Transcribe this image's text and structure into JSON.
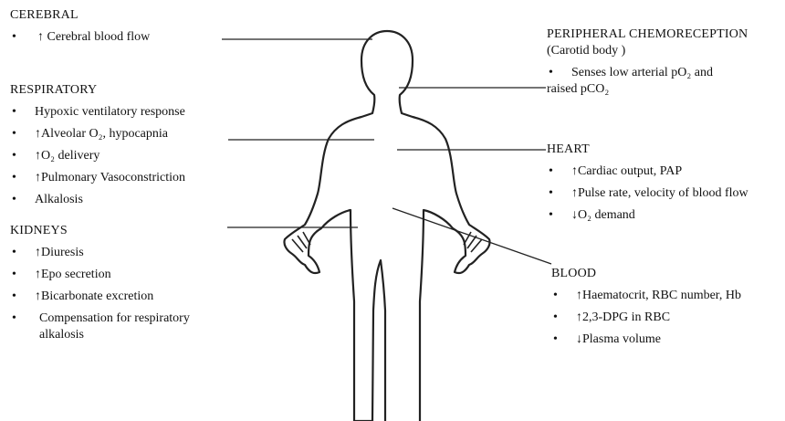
{
  "bullet": "•",
  "cerebral": {
    "title": "CEREBRAL",
    "items": [
      "↑ Cerebral blood flow"
    ]
  },
  "respiratory": {
    "title": "RESPIRATORY",
    "items": [
      "Hypoxic ventilatory response",
      "↑Alveolar O₂, hypocapnia",
      "↑O₂ delivery",
      "↑Pulmonary Vasoconstriction",
      "Alkalosis"
    ]
  },
  "kidneys": {
    "title": "KIDNEYS",
    "items": [
      "↑Diuresis",
      "↑Epo secretion",
      "↑Bicarbonate excretion",
      "Compensation for respiratory alkalosis"
    ]
  },
  "peripheral": {
    "title": "PERIPHERAL CHEMORECEPTION",
    "subtitle": "(Carotid body )",
    "item_line1": "Senses low arterial pO₂ and",
    "item_line2": "raised pCO₂"
  },
  "heart": {
    "title": "HEART",
    "items": [
      "↑Cardiac output, PAP",
      "↑Pulse rate, velocity of blood flow",
      "↓O₂ demand"
    ]
  },
  "blood": {
    "title": "BLOOD",
    "items": [
      "↑Haematocrit, RBC number, Hb",
      "↑2,3-DPG in RBC",
      "↓Plasma volume"
    ]
  },
  "colors": {
    "text": "#111111",
    "outline": "#222222"
  }
}
